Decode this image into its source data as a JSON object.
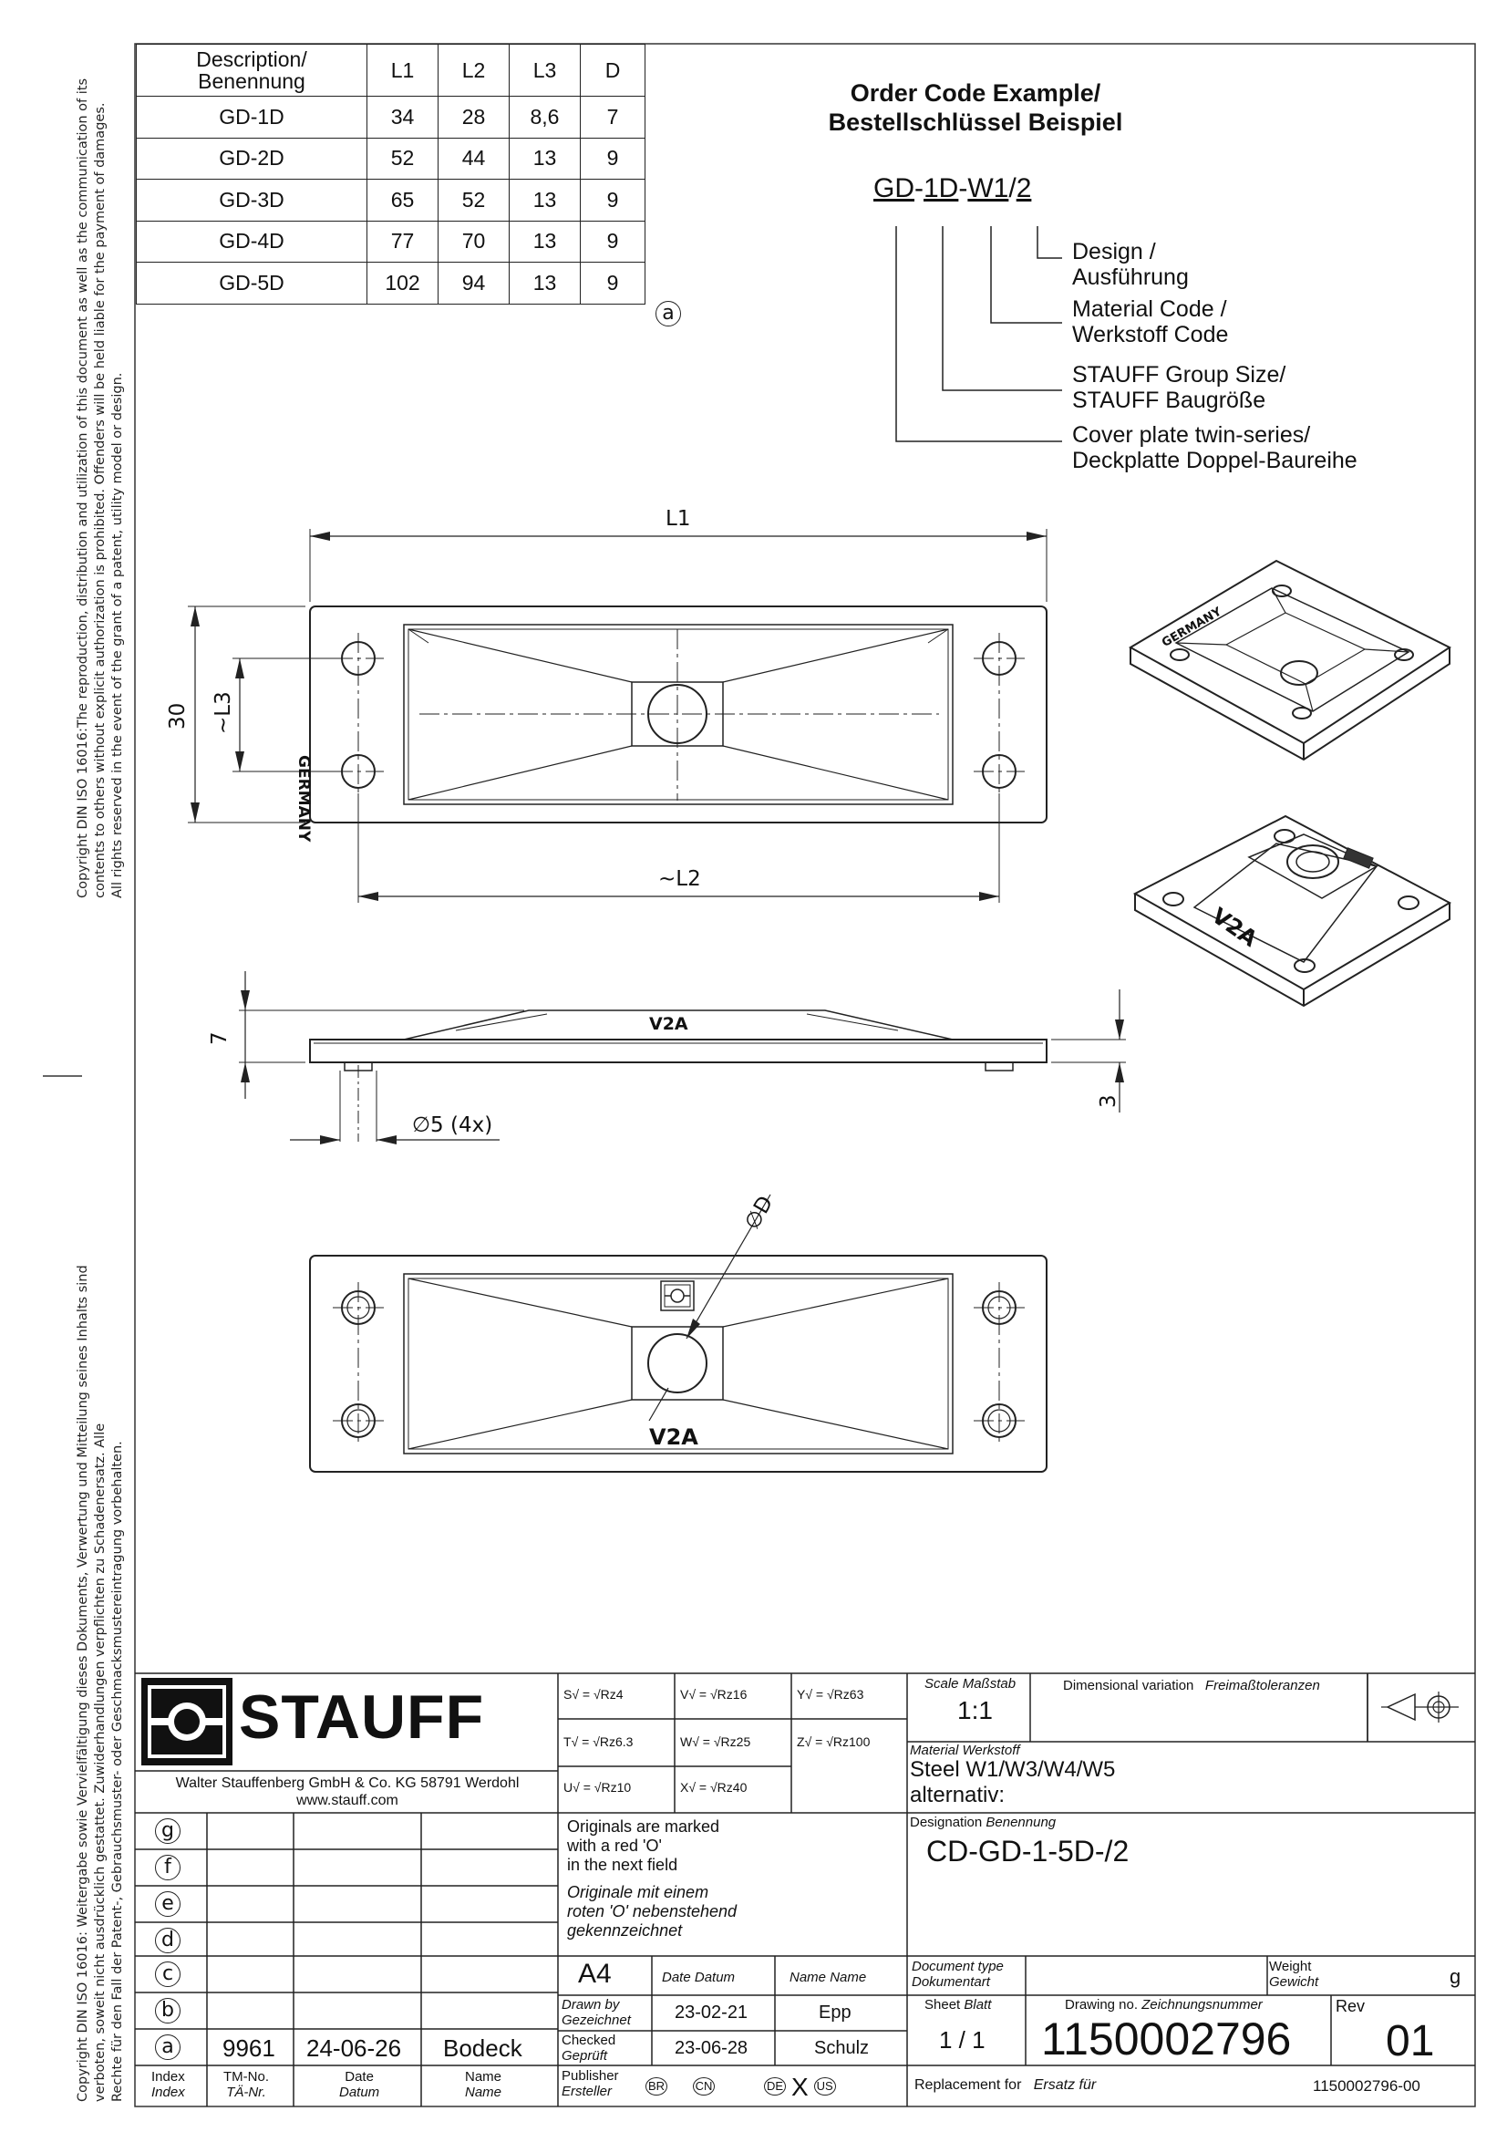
{
  "copyright": {
    "english": [
      "Copyright DIN ISO 16016:The reproduction, distribution and utilization of this document as well as the communication of its",
      "contents to others without explicit authorization is prohibited. Offenders will be held liable for the payment of damages.",
      "All rights reserved in the event of the grant of a patent, utility model or design."
    ],
    "german": [
      "Copyright DIN ISO 16016: Weitergabe sowie Vervielfältigung dieses Dokuments, Verwertung und Mitteilung seines Inhalts sind",
      "verboten, soweit nicht ausdrücklich gestattet. Zuwiderhandlungen verpflichten zu Schadenersatz. Alle",
      "Rechte für den Fall der Patent-, Gebrauchsmuster- oder Geschmacksmustereintragung vorbehalten."
    ]
  },
  "dimension_table": {
    "headers": [
      "Description/\nBenennung",
      "L1",
      "L2",
      "L3",
      "D"
    ],
    "rows": [
      [
        "GD-1D",
        "34",
        "28",
        "8,6",
        "7"
      ],
      [
        "GD-2D",
        "52",
        "44",
        "13",
        "9"
      ],
      [
        "GD-3D",
        "65",
        "52",
        "13",
        "9"
      ],
      [
        "GD-4D",
        "77",
        "70",
        "13",
        "9"
      ],
      [
        "GD-5D",
        "102",
        "94",
        "13",
        "9"
      ]
    ],
    "revision_marker": "a"
  },
  "order_code": {
    "title_line1": "Order Code Example/",
    "title_line2": "Bestellschlüssel Beispiel",
    "code_parts": [
      "GD",
      "-",
      "1D",
      "-",
      "W1",
      "/",
      "2"
    ],
    "legend": [
      {
        "line1": "Design /",
        "line2": "Ausführung"
      },
      {
        "line1": "Material Code /",
        "line2": "Werkstoff Code"
      },
      {
        "line1": "STAUFF Group Size/",
        "line2": "STAUFF Baugröße"
      },
      {
        "line1": "Cover plate twin-series/",
        "line2": "Deckplatte Doppel-Baureihe"
      }
    ]
  },
  "drawing_labels": {
    "l1": "L1",
    "l2": "~L2",
    "l3": "~L3",
    "height": "30",
    "germany": "GERMANY",
    "thickness": "7",
    "plate": "3",
    "hole": "∅5 (4x)",
    "diameter": "∅D",
    "v2a": "V2A"
  },
  "title_block": {
    "brand": "STAUFF",
    "company": "Walter Stauffenberg GmbH & Co. KG 58791 Werdohl",
    "website": "www.stauff.com",
    "surface_symbols": [
      {
        "letter": "S",
        "value": "Rz4"
      },
      {
        "letter": "V",
        "value": "Rz16"
      },
      {
        "letter": "Y",
        "value": "Rz63"
      },
      {
        "letter": "T",
        "value": "Rz6.3"
      },
      {
        "letter": "W",
        "value": "Rz25"
      },
      {
        "letter": "Z",
        "value": "Rz100"
      },
      {
        "letter": "U",
        "value": "Rz10"
      },
      {
        "letter": "X",
        "value": "Rz40"
      }
    ],
    "scale_label": "Scale",
    "scale_label_de": "Maßstab",
    "scale_value": "1:1",
    "dim_variation_label": "Dimensional variation",
    "dim_variation_de": "Freimaßtoleranzen",
    "material_label": "Material",
    "material_label_de": "Werkstoff",
    "material_value": "Steel W1/W3/W4/W5",
    "material_alt": "alternativ:",
    "originals_en": [
      "Originals are marked",
      "with a red 'O'",
      "in the next field"
    ],
    "originals_de": [
      "Originale mit einem",
      "roten 'O' nebenstehend",
      "gekennzeichnet"
    ],
    "designation_label": "Designation",
    "designation_label_de": "Benennung",
    "designation_value": "CD-GD-1-5D-/2",
    "format": "A4",
    "date_label": "Date",
    "date_label_de": "Datum",
    "name_label": "Name",
    "name_label_de": "Name",
    "drawn_label": "Drawn by",
    "drawn_label_de": "Gezeichnet",
    "drawn_date": "23-02-21",
    "drawn_name": "Epp",
    "checked_label": "Checked",
    "checked_label_de": "Geprüft",
    "checked_date": "23-06-28",
    "checked_name": "Schulz",
    "publisher_label": "Publisher",
    "publisher_label_de": "Ersteller",
    "countries": [
      "BR",
      "CN",
      "DE",
      "X",
      "US"
    ],
    "doc_type_label": "Document type",
    "doc_type_label_de": "Dokumentart",
    "weight_label": "Weight",
    "weight_label_de": "Gewicht",
    "weight_unit": "g",
    "sheet_label": "Sheet",
    "sheet_label_de": "Blatt",
    "sheet_value": "1 / 1",
    "drawing_no_label": "Drawing no.",
    "drawing_no_label_de": "Zeichnungsnummer",
    "drawing_no": "1150002796",
    "rev_label": "Rev",
    "rev_value": "01",
    "replacement_label": "Replacement for",
    "replacement_label_de": "Ersatz für",
    "replacement_value": "1150002796-00",
    "revision_letters": [
      "g",
      "f",
      "e",
      "d",
      "c",
      "b",
      "a"
    ],
    "revision_a": {
      "tm_no": "9961",
      "date": "24-06-26",
      "name": "Bodeck"
    },
    "rev_headers": {
      "index": "Index",
      "index_de": "Index",
      "tm": "TM-No.",
      "tm_de": "TÄ-Nr.",
      "date": "Date",
      "date_de": "Datum",
      "name": "Name",
      "name_de": "Name"
    }
  }
}
